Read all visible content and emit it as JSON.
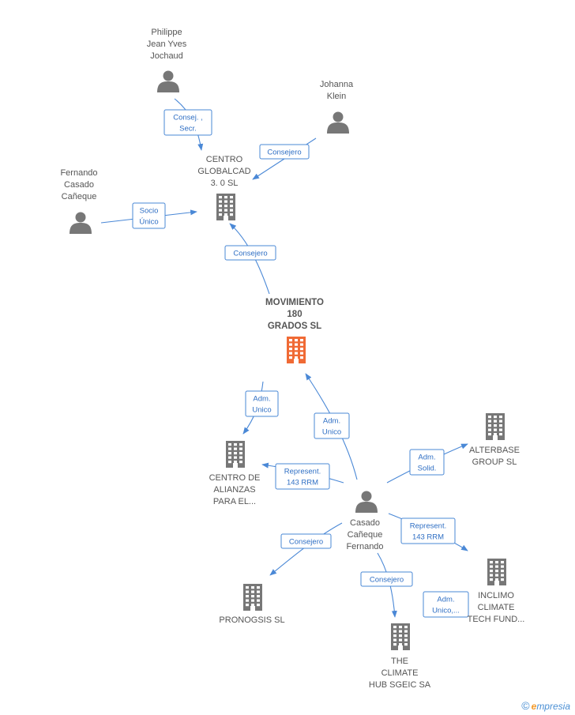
{
  "colors": {
    "main_company": "#f06a35",
    "company": "#777777",
    "person": "#777777",
    "edge": "#4a88d6"
  },
  "nodes": [
    {
      "id": "philippe",
      "kind": "person",
      "lines": [
        "Philippe",
        "Jean Yves",
        "Jochaud"
      ]
    },
    {
      "id": "johanna",
      "kind": "person",
      "lines": [
        "Johanna",
        "Klein"
      ]
    },
    {
      "id": "centro_globalcad",
      "kind": "company",
      "lines": [
        "CENTRO",
        "GLOBALCAD",
        "3. 0  SL"
      ]
    },
    {
      "id": "fernando_top",
      "kind": "person",
      "lines": [
        "Fernando",
        "Casado",
        "Cañeque"
      ]
    },
    {
      "id": "movimiento",
      "kind": "main",
      "lines": [
        "MOVIMIENTO",
        "180",
        "GRADOS  SL"
      ]
    },
    {
      "id": "centro_alianzas",
      "kind": "company",
      "lines": [
        "CENTRO DE",
        "ALIANZAS",
        "PARA EL..."
      ]
    },
    {
      "id": "alterbase",
      "kind": "company",
      "lines": [
        "ALTERBASE",
        "GROUP  SL"
      ]
    },
    {
      "id": "casado_center",
      "kind": "person",
      "lines": [
        "Casado",
        "Cañeque",
        "Fernando"
      ]
    },
    {
      "id": "pronogsis",
      "kind": "company",
      "lines": [
        "PRONOGSIS SL"
      ]
    },
    {
      "id": "inclimo",
      "kind": "company",
      "lines": [
        "INCLIMO",
        "CLIMATE",
        "TECH FUND..."
      ]
    },
    {
      "id": "climate_hub",
      "kind": "company",
      "lines": [
        "THE",
        "CLIMATE",
        "HUB SGEIC SA"
      ]
    }
  ],
  "edges": [
    {
      "id": "e1",
      "lines": [
        "Consej. ,",
        "Secr."
      ]
    },
    {
      "id": "e2",
      "lines": [
        "Consejero"
      ]
    },
    {
      "id": "e3",
      "lines": [
        "Socio",
        "Único"
      ]
    },
    {
      "id": "e4",
      "lines": [
        "Consejero"
      ]
    },
    {
      "id": "e5",
      "lines": [
        "Adm.",
        "Unico"
      ]
    },
    {
      "id": "e6",
      "lines": [
        "Adm.",
        "Unico"
      ]
    },
    {
      "id": "e7",
      "lines": [
        "Represent.",
        "143 RRM"
      ]
    },
    {
      "id": "e8",
      "lines": [
        "Adm.",
        "Solid."
      ]
    },
    {
      "id": "e9",
      "lines": [
        "Represent.",
        "143 RRM"
      ]
    },
    {
      "id": "e10",
      "lines": [
        "Consejero"
      ]
    },
    {
      "id": "e11",
      "lines": [
        "Consejero"
      ]
    },
    {
      "id": "e12",
      "lines": [
        "Adm.",
        "Unico,..."
      ]
    }
  ],
  "brand": {
    "copyright": "©",
    "e": "e",
    "rest": "mpresia"
  }
}
